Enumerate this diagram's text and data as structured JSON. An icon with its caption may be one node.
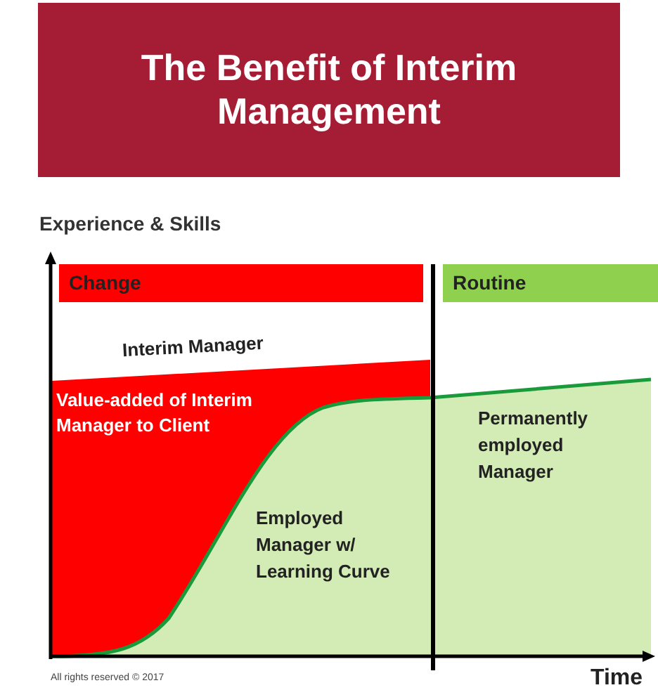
{
  "diagram": {
    "title": "The Benefit of Interim Management",
    "nodes": [
      {
        "text": [
          "Change"
        ]
      },
      {
        "text": [
          "Routine"
        ]
      }
    ],
    "labels": [
      "Experience & Skills",
      "Interim Manager",
      "Value-added of Interim Manager to Client",
      "Permanently employed Manager",
      "Employed Manager w/ Learning Curve",
      "All rights reserved © 2017",
      "Time"
    ]
  }
}
